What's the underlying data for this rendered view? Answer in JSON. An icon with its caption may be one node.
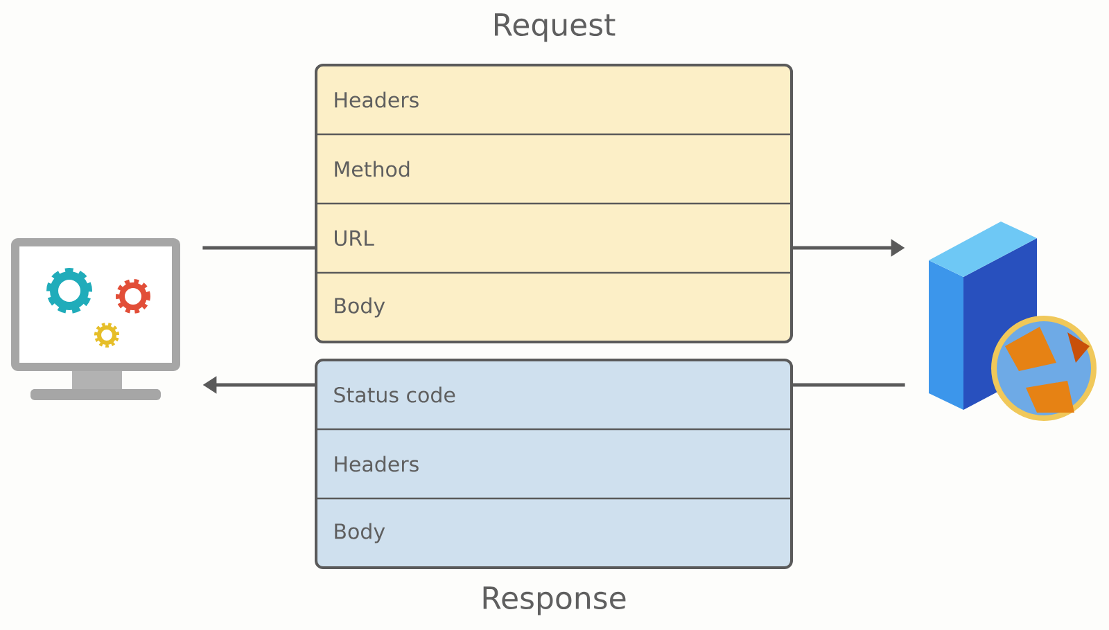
{
  "diagram": {
    "nodes": [
      {
        "text": [],
        "shape": "picture"
      },
      {
        "text": [
          "Request"
        ]
      },
      {
        "text": [
          "Headers"
        ],
        "in": 1
      },
      {
        "text": [
          "Method"
        ],
        "in": 1
      },
      {
        "text": [
          "URL"
        ],
        "in": 1
      },
      {
        "text": [
          "Body"
        ],
        "in": 1
      },
      {
        "text": [
          "Response"
        ]
      },
      {
        "text": [
          "Status code"
        ],
        "in": 6
      },
      {
        "text": [
          "Headers"
        ],
        "in": 6
      },
      {
        "text": [
          "Body"
        ],
        "in": 6
      },
      {
        "text": [],
        "shape": "picture"
      }
    ],
    "edges": [
      {
        "from": 0,
        "to": 1,
        "arrow": "none"
      },
      {
        "from": 1,
        "to": 10,
        "arrow": "to"
      },
      {
        "from": 10,
        "to": 6,
        "arrow": "none"
      },
      {
        "from": 6,
        "to": 0,
        "arrow": "to"
      }
    ]
  }
}
